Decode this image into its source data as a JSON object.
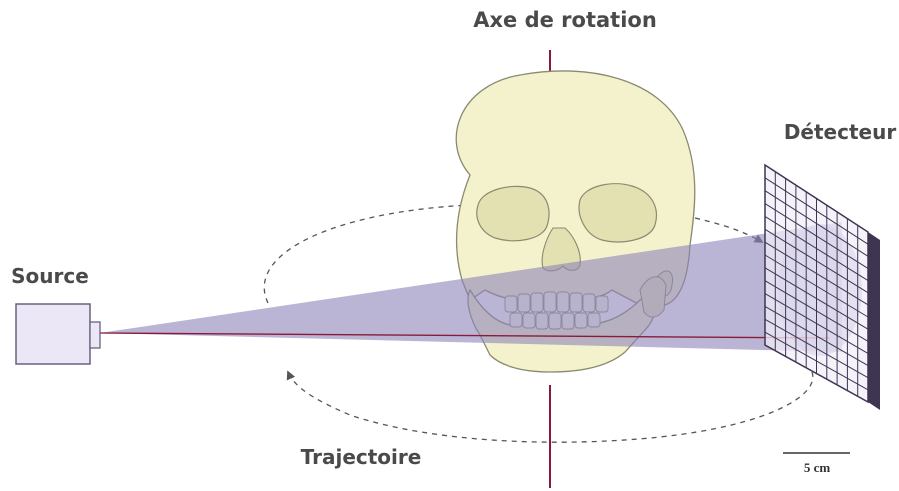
{
  "labels": {
    "axis": "Axe de rotation",
    "detector": "Détecteur",
    "source": "Source",
    "trajectory": "Trajectoire",
    "scale": "5 cm"
  },
  "colors": {
    "axis_line": "#8b1a3a",
    "beam": "#8c84b8",
    "skull": "#f4f2cc",
    "skull_outline": "#8a8a70",
    "source_fill": "#ece7f6",
    "detector_grid": "#f2eef8",
    "detector_frame": "#3e3552",
    "label_text": "#4a4a4a"
  },
  "icons": {
    "source": "x-ray-source-box",
    "detector": "grid-detector-panel",
    "object": "skull"
  }
}
